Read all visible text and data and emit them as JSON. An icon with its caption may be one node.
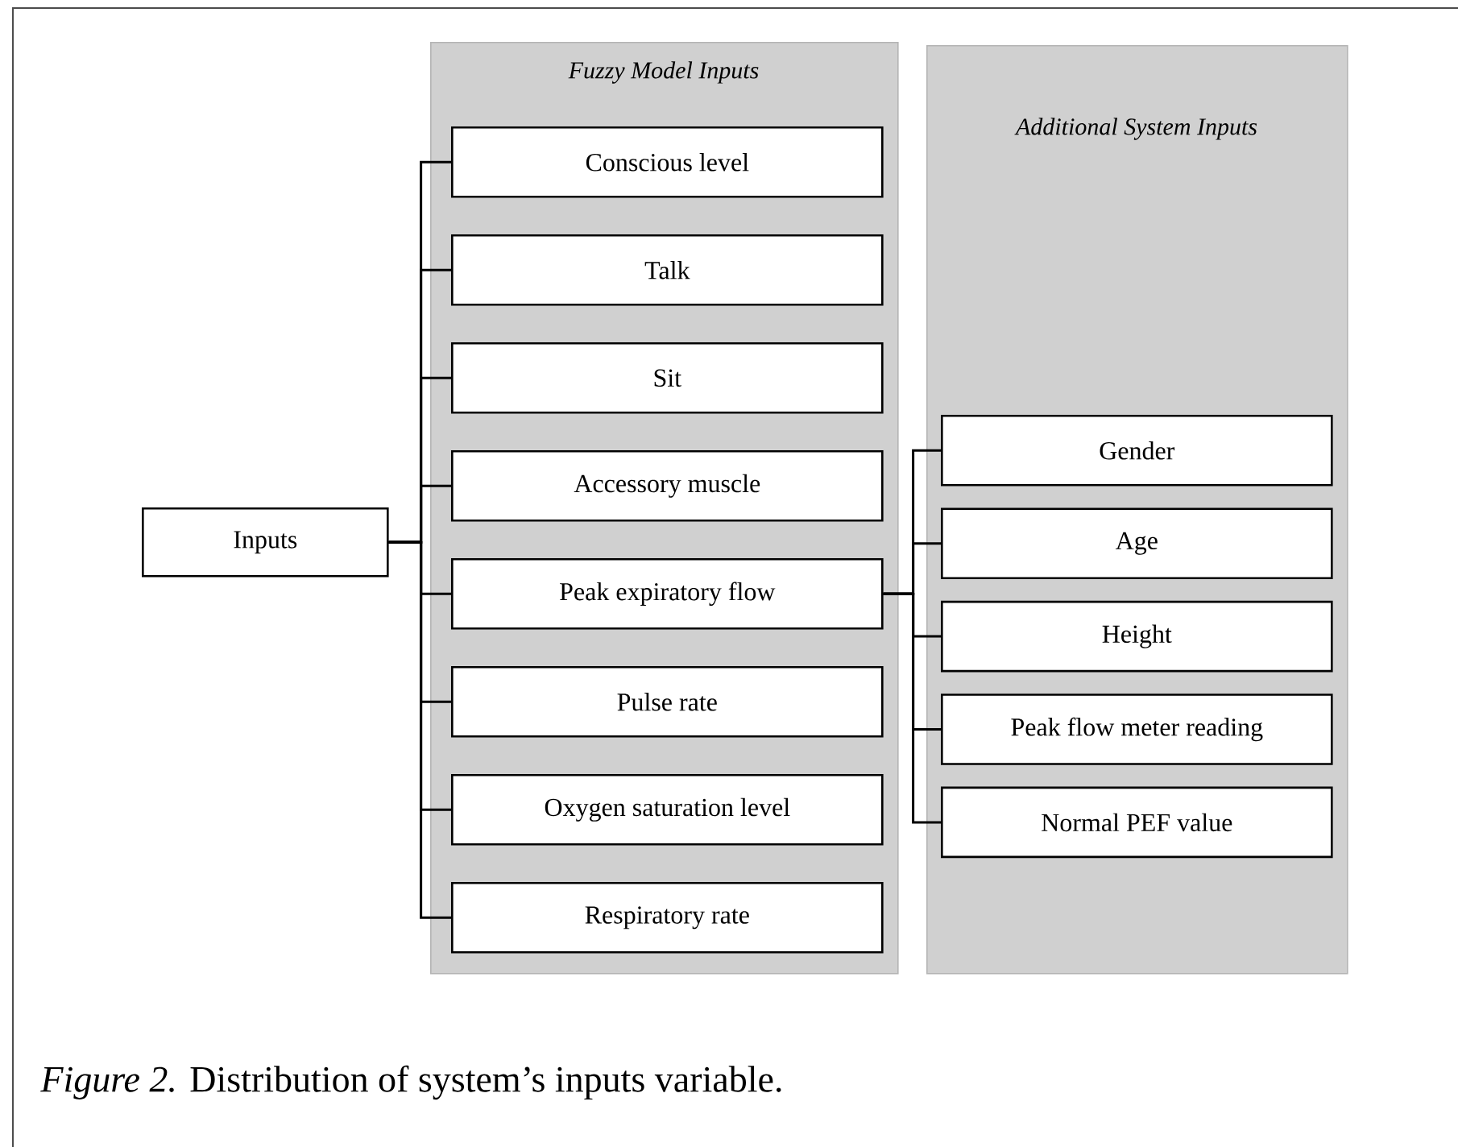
{
  "diagram": {
    "caption": "*Figure 2.* Distribution of system’s inputs variable.",
    "nodes": [
      {
        "text": [
          "Inputs"
        ]
      },
      {
        "text": [
          "Fuzzy Model Inputs"
        ]
      },
      {
        "text": [
          "Conscious level"
        ],
        "in": 1
      },
      {
        "text": [
          "Talk"
        ],
        "in": 1
      },
      {
        "text": [
          "Sit"
        ],
        "in": 1
      },
      {
        "text": [
          "Accessory muscle"
        ],
        "in": 1
      },
      {
        "text": [
          "Peak expiratory flow"
        ],
        "in": 1
      },
      {
        "text": [
          "Pulse rate"
        ],
        "in": 1
      },
      {
        "text": [
          "Oxygen saturation level"
        ],
        "in": 1
      },
      {
        "text": [
          "Respiratory rate"
        ],
        "in": 1
      },
      {
        "text": [
          "Additional System Inputs"
        ]
      },
      {
        "text": [
          "Gender"
        ],
        "in": 10
      },
      {
        "text": [
          "Age"
        ],
        "in": 10
      },
      {
        "text": [
          "Height"
        ],
        "in": 10
      },
      {
        "text": [
          "Peak flow meter reading"
        ],
        "in": 10
      },
      {
        "text": [
          "Normal PEF value"
        ],
        "in": 10
      }
    ],
    "edges": [
      {
        "from": 0,
        "to": 2,
        "arrow": "none"
      },
      {
        "from": 0,
        "to": 3,
        "arrow": "none"
      },
      {
        "from": 0,
        "to": 4,
        "arrow": "none"
      },
      {
        "from": 0,
        "to": 5,
        "arrow": "none"
      },
      {
        "from": 0,
        "to": 6,
        "arrow": "none"
      },
      {
        "from": 0,
        "to": 7,
        "arrow": "none"
      },
      {
        "from": 0,
        "to": 8,
        "arrow": "none"
      },
      {
        "from": 0,
        "to": 9,
        "arrow": "none"
      },
      {
        "from": 6,
        "to": 11,
        "arrow": "none"
      },
      {
        "from": 6,
        "to": 12,
        "arrow": "none"
      },
      {
        "from": 6,
        "to": 13,
        "arrow": "none"
      },
      {
        "from": 6,
        "to": 14,
        "arrow": "none"
      },
      {
        "from": 6,
        "to": 15,
        "arrow": "none"
      }
    ]
  }
}
